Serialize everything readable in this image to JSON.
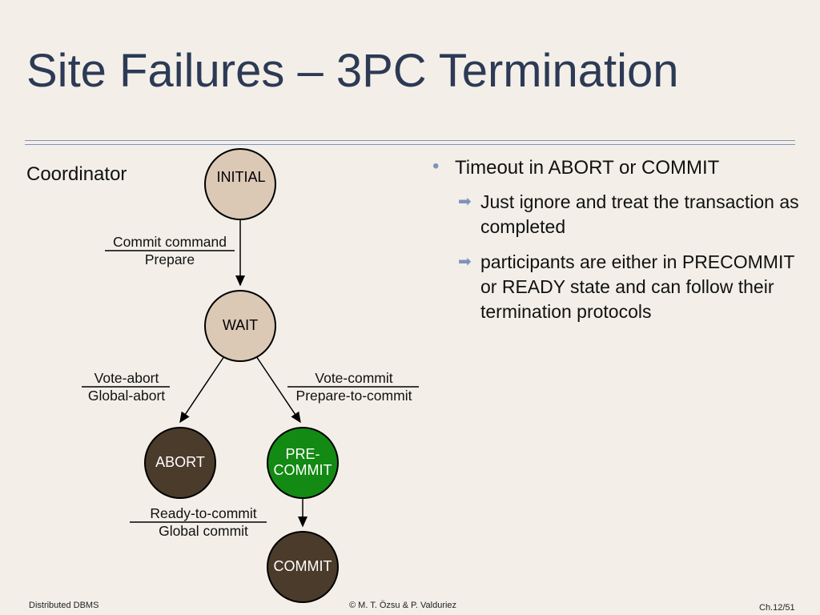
{
  "slide": {
    "title": "Site Failures – 3PC Termination",
    "coordinator_label": "Coordinator"
  },
  "diagram": {
    "states": {
      "initial": "INITIAL",
      "wait": "WAIT",
      "abort": "ABORT",
      "precommit": "PRE-\nCOMMIT",
      "commit": "COMMIT"
    },
    "transitions": {
      "initial_to_wait": {
        "input": "Commit command",
        "output": "Prepare"
      },
      "wait_to_abort": {
        "input": "Vote-abort",
        "output": "Global-abort"
      },
      "wait_to_precommit": {
        "input": "Vote-commit",
        "output": "Prepare-to-commit"
      },
      "precommit_to_commit": {
        "input": "Ready-to-commit",
        "output": "Global commit"
      }
    },
    "colors": {
      "light_state": "#dbc8b5",
      "dark_state": "#4b3b2b",
      "precommit_state": "#138a13"
    }
  },
  "bullets": {
    "main": "Timeout in ABORT or COMMIT",
    "sub": [
      "Just ignore and treat the transaction as completed",
      "participants are either in PRECOMMIT or READY state and can follow their termination protocols"
    ]
  },
  "footer": {
    "left": "Distributed DBMS",
    "center": "© M. T. Özsu & P. Valduriez",
    "right": "Ch.12/51"
  }
}
